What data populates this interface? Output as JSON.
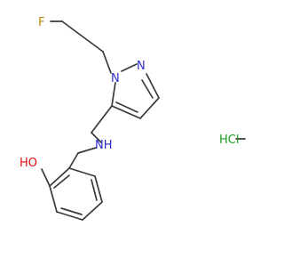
{
  "molecule": {
    "atoms": {
      "fluorine": "F",
      "ring_nitrogen_1": "N",
      "ring_nitrogen_2": "N",
      "amine": "NH",
      "hydroxyl": "HO",
      "salt": "HCl"
    },
    "colors": {
      "bond": "#3a3a3a",
      "fluorine": "#b8860b",
      "nitrogen": "#2d2dcc",
      "oxygen": "#e01010",
      "chlorine": "#1f9a1f"
    }
  }
}
